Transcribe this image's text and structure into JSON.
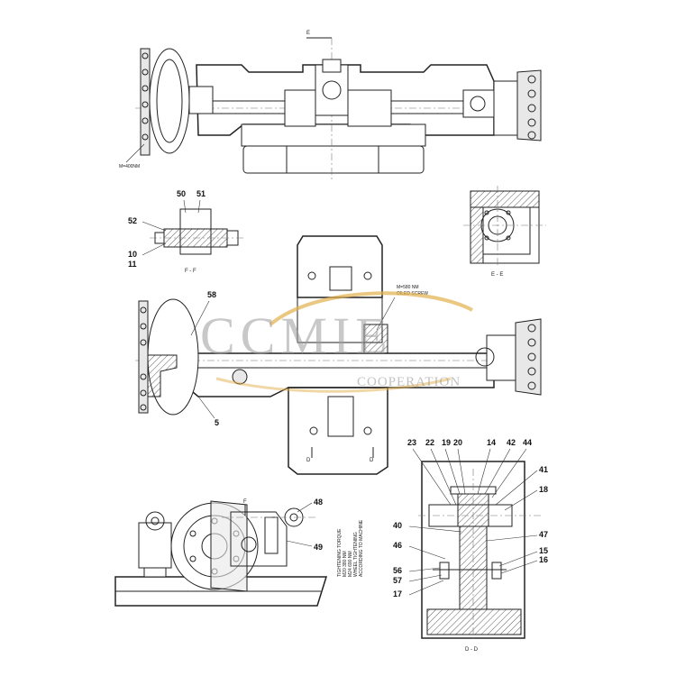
{
  "view_labels": {
    "section_ff": "F - F",
    "section_ee": "E - E",
    "section_dd": "D - D",
    "cut_e": "E",
    "cut_f": "F",
    "cut_d_left": "D",
    "cut_d_right": "D"
  },
  "notes": {
    "torque_top": "M=400NM",
    "screw_note_1": "M=580 NM",
    "screw_note_2": "OILED SCREW",
    "torque_side_1": "TIGHTENING TORQUE",
    "torque_side_2": "M20 380 NM",
    "torque_side_3": "M24 690 NM",
    "torque_side_4": "WHEEL TIGHTENING",
    "torque_side_5": "ACCORDING TO MACHINE"
  },
  "callouts": {
    "c50": "50",
    "c51": "51",
    "c52": "52",
    "c10": "10",
    "c11": "11",
    "c58": "58",
    "c5": "5",
    "c48": "48",
    "c49": "49",
    "c23": "23",
    "c22": "22",
    "c19": "19",
    "c20": "20",
    "c14": "14",
    "c42": "42",
    "c44": "44",
    "c41": "41",
    "c18": "18",
    "c40": "40",
    "c47": "47",
    "c46": "46",
    "c15": "15",
    "c16": "16",
    "c56": "56",
    "c57": "57",
    "c17": "17"
  },
  "watermark": {
    "brand": "CCMIE",
    "sub": "COOPERATION"
  }
}
